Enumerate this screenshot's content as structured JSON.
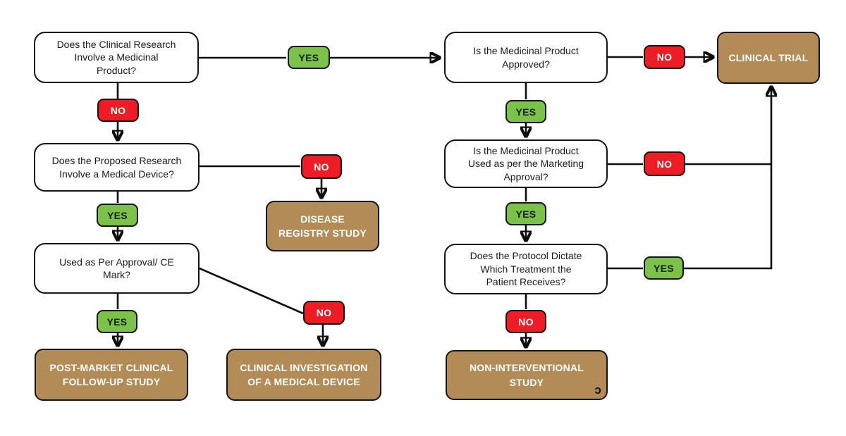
{
  "colors": {
    "yes_green": "#7cc14a",
    "no_red": "#ee1c25",
    "result_brown": "#b28b57",
    "line_black": "#0d0d0d",
    "box_border": "#141414",
    "question_bg": "#ffffff",
    "question_text": "#1a1a1a",
    "result_text": "#ffffff"
  },
  "badge_labels": {
    "yes": "YES",
    "no": "NO"
  },
  "questions": {
    "medicinal_product": {
      "label": "Does the Clinical Research\nInvolve a Medicinal\nProduct?"
    },
    "product_approved": {
      "label": "Is the Medicinal Product\nApproved?"
    },
    "medical_device": {
      "label": "Does the Proposed Research\nInvolve a Medical Device?"
    },
    "per_approval_ce_mark": {
      "label": "Used as Per Approval/ CE\nMark?"
    },
    "used_per_marketing_approval": {
      "label": "Is the Medicinal Product\nUsed as per the Marketing\nApproval?"
    },
    "protocol_dictates_treatment": {
      "label": "Does the Protocol Dictate\nWhich Treatment the\nPatient Receives?"
    }
  },
  "results": {
    "clinical_trial": {
      "label": "CLINICAL TRIAL"
    },
    "disease_registry": {
      "label": "DISEASE\nREGISTRY STUDY"
    },
    "post_market_follow_up": {
      "label": "POST-MARKET CLINICAL\nFOLLOW-UP STUDY"
    },
    "device_investigation": {
      "label": "CLINICAL INVESTIGATION\nOF A MEDICAL DEVICE"
    },
    "non_interventional": {
      "label": "NON-INTERVENTIONAL\nSTUDY"
    }
  },
  "watermark_glyph": "ɔ"
}
